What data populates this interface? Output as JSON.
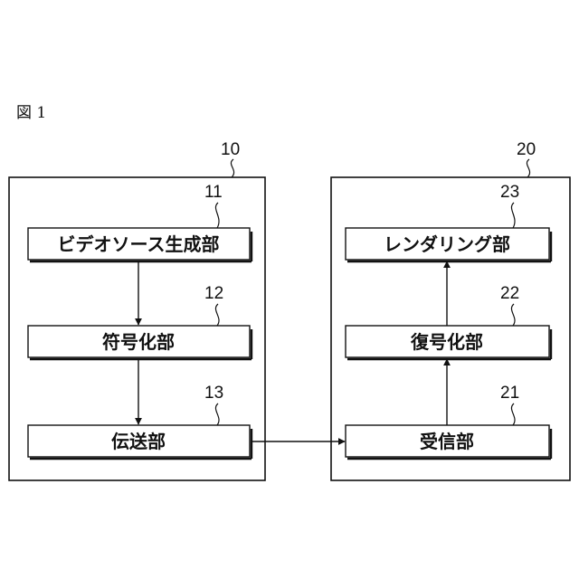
{
  "figure": {
    "label": "図 1"
  },
  "source_device": {
    "ref": "10",
    "blocks": [
      {
        "ref": "11",
        "label": "ビデオソース生成部"
      },
      {
        "ref": "12",
        "label": "符号化部"
      },
      {
        "ref": "13",
        "label": "伝送部"
      }
    ]
  },
  "sink_device": {
    "ref": "20",
    "blocks": [
      {
        "ref": "21",
        "label": "受信部"
      },
      {
        "ref": "22",
        "label": "復号化部"
      },
      {
        "ref": "23",
        "label": "レンダリング部"
      }
    ]
  }
}
